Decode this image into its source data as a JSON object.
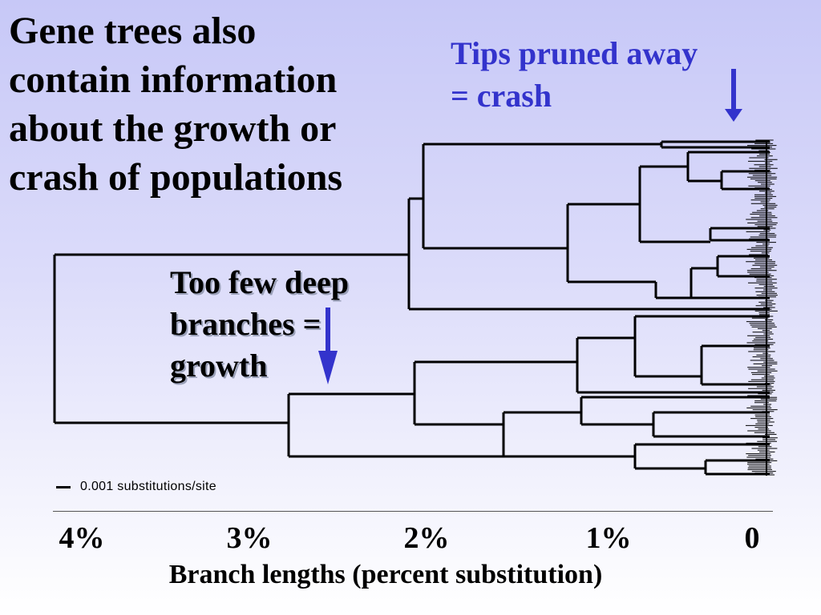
{
  "title": "Gene trees also\ncontain information\nabout the growth or\ncrash of populations",
  "annotations": {
    "crash": "Tips pruned away\n= crash",
    "growth": "Too few deep\nbranches =\ngrowth"
  },
  "scale": {
    "label": "0.001 substitutions/site"
  },
  "axis": {
    "ticks": [
      "4%",
      "3%",
      "2%",
      "1%",
      "0"
    ],
    "title": "Branch lengths (percent substitution)"
  },
  "colors": {
    "arrow": "#3333cc",
    "annotation": "#3333cc",
    "branch": "#000000"
  }
}
